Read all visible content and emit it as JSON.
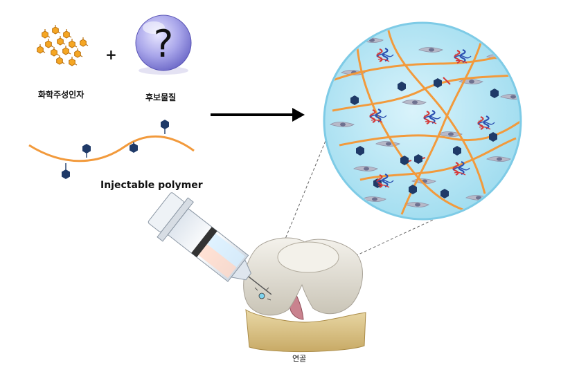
{
  "labels": {
    "chemoattractant": "화학주성인자",
    "plus": "+",
    "candidate": "후보물질",
    "question_mark": "?",
    "polymer": "Injectable polymer",
    "cartilage": "연골"
  },
  "colors": {
    "polymer_chain": "#f29a3c",
    "monomer_hexagon": "#1f3a68",
    "sphere_fill": "#bfe9f6",
    "sphere_edge": "#7ecbe6",
    "cell_body": "#b7b9c8",
    "cell_nucleus": "#6e7190",
    "protein_red": "#d43a3a",
    "protein_blue": "#2b4fb0",
    "arrow": "#000000",
    "dashed_line": "#666666",
    "chemo_orange": "#f5a623",
    "question_ball": "#a9a6ea"
  }
}
